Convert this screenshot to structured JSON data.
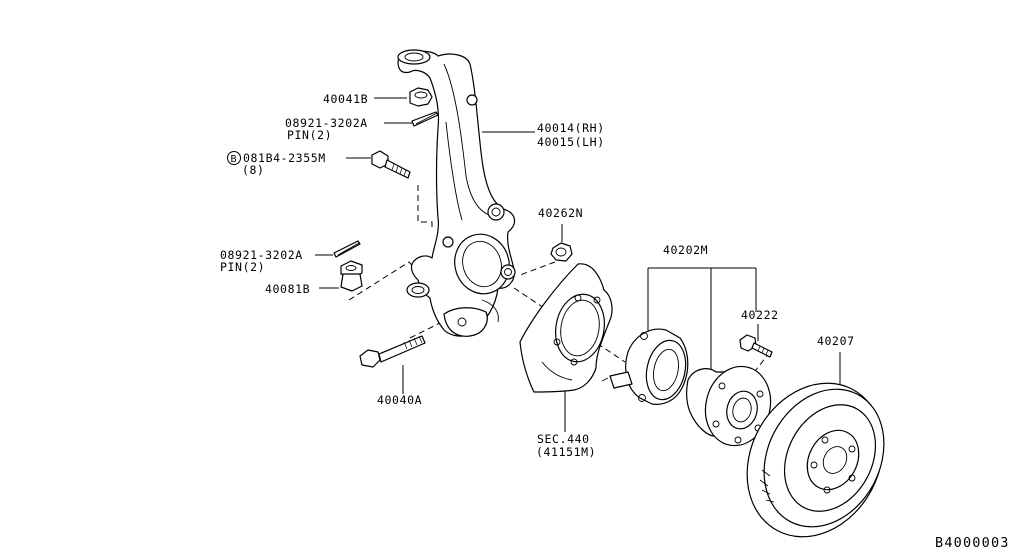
{
  "labels": {
    "knuckle_rh": "40014(RH)",
    "knuckle_lh": "40015(LH)",
    "nut_top": "40041B",
    "pin_top_code": "08921-3202A",
    "pin_top_qty": "PIN(2)",
    "bolt_b_code": "081B4-2355M",
    "bolt_b_qty": "(8)",
    "bolt_b_marker": "B",
    "nut_side": "40262N",
    "pin_mid_code": "08921-3202A",
    "pin_mid_qty": "PIN(2)",
    "nut_lower": "40081B",
    "bolt_lower": "40040A",
    "hub_assy": "40202M",
    "hub_bolt": "40222",
    "rotor": "40207",
    "sec_ref": "SEC.440",
    "sec_sub": "(41151M)",
    "diagram_code": "B4000003"
  }
}
